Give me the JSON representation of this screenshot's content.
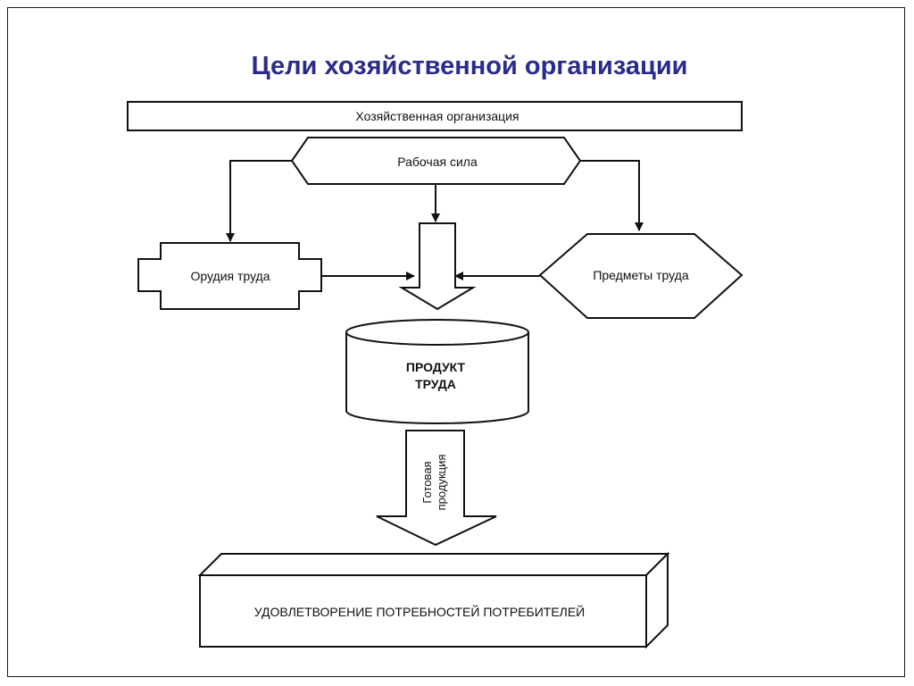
{
  "title": "Цели хозяйственной организации",
  "colors": {
    "title": "#2b2b8c",
    "line": "#111111",
    "background": "#ffffff"
  },
  "nodes": {
    "organization": "Хозяйственная организация",
    "labor_force": "Рабочая сила",
    "tools_of_labor": "Орудия труда",
    "objects_of_labor": "Предметы труда",
    "product_line1": "ПРОДУКТ",
    "product_line2": "ТРУДА",
    "finished_goods_line1": "Готовая",
    "finished_goods_line2": "продукция",
    "consumer_needs": "УДОВЛЕТВОРЕНИЕ ПОТРЕБНОСТЕЙ ПОТРЕБИТЕЛЕЙ"
  }
}
